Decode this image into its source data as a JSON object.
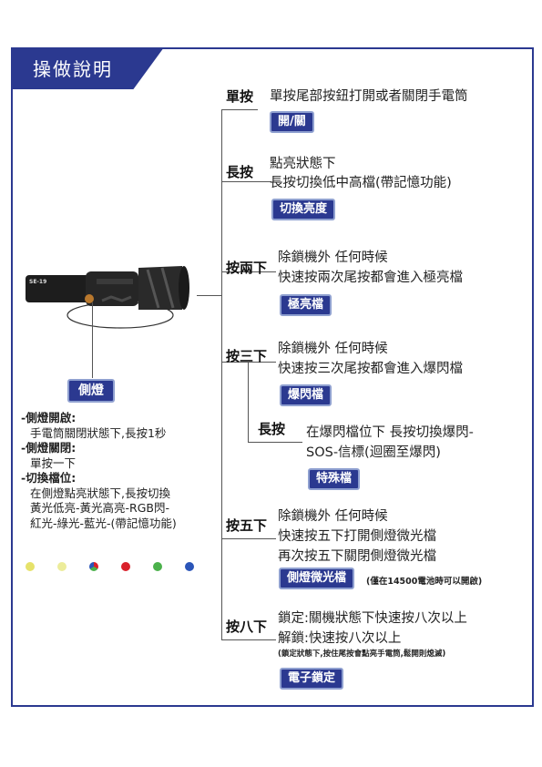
{
  "header": {
    "title": "操做說明"
  },
  "side_button_label": "側燈",
  "side_info": [
    {
      "head": "-側燈開啟:",
      "lines": [
        "手電筒關閉狀態下,長按1秒"
      ]
    },
    {
      "head": "-側燈關閉:",
      "lines": [
        "單按一下"
      ]
    },
    {
      "head": "-切換檔位:",
      "lines": [
        "在側燈點亮狀態下,長按切換",
        "黃光低亮-黃光高亮-RGB閃-",
        "紅光-綠光-藍光-(帶記憶功能)"
      ]
    }
  ],
  "dots": [
    "#e6e26a",
    "#ecec9a",
    "rgb-multi",
    "#d9202a",
    "#4bb14b",
    "#2b55b8"
  ],
  "product_label": "SE-19",
  "steps": {
    "s1": {
      "key": "單按",
      "line1": "單按尾部按鈕打開或者關閉手電筒",
      "btn": "開/關"
    },
    "s2": {
      "key": "長按",
      "line1": "點亮狀態下",
      "line2": "長按切換低中高檔(帶記憶功能)",
      "btn": "切換亮度"
    },
    "s3": {
      "key": "按兩下",
      "line1": "除鎖機外 任何時候",
      "line2": "快速按兩次尾按都會進入極亮檔",
      "btn": "極亮檔"
    },
    "s4": {
      "key": "按三下",
      "line1": "除鎖機外 任何時候",
      "line2": "快速按三次尾按都會進入爆閃檔",
      "btn": "爆閃檔"
    },
    "s5": {
      "key": "長按",
      "line1": "在爆閃檔位下 長按切換爆閃-",
      "line2": "SOS-信標(迴圈至爆閃)",
      "btn": "特殊檔"
    },
    "s6": {
      "key": "按五下",
      "line1": "除鎖機外 任何時候",
      "line2": "快速按五下打開側燈微光檔",
      "line3": "再次按五下關閉側燈微光檔",
      "btn": "側燈微光檔",
      "note": "(僅在14500電池時可以開啟)"
    },
    "s7": {
      "key": "按八下",
      "line1": "鎖定:關機狀態下快速按八次以上",
      "line2": "解鎖:快速按八次以上",
      "note": "(鎖定狀態下,按住尾按會點亮手電筒,鬆開則熄滅)",
      "btn": "電子鎖定"
    }
  }
}
